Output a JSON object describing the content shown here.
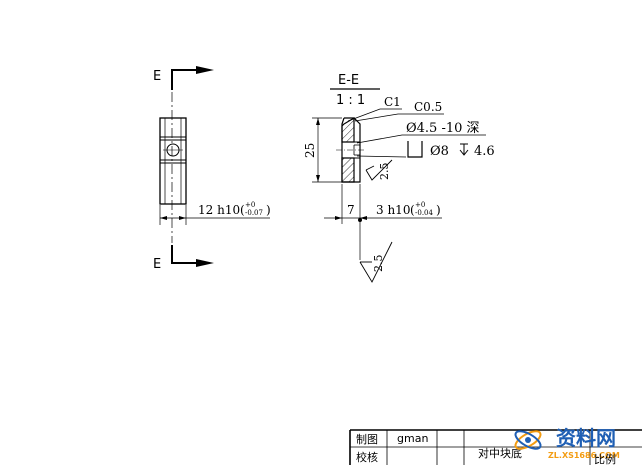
{
  "section_marks": {
    "top_letter": "E",
    "bottom_letter": "E"
  },
  "front_view": {
    "width_dimension": "12 h10",
    "width_tol_upper": "+0",
    "width_tol_lower": "-0.07"
  },
  "section_view": {
    "title": "E-E",
    "scale": "1 : 1",
    "chamfer_outer": "C1",
    "chamfer_inner": "C0.5",
    "hole_callout": "Ø4.5 -10 深",
    "counterbore_diameter": "Ø8",
    "counterbore_depth": "4.6",
    "height_dimension": "25",
    "roughness_side": "2.5",
    "offset_dimension": "7",
    "thickness_dimension": "3 h10",
    "thickness_tol_upper": "+0",
    "thickness_tol_lower": "-0.04",
    "roughness_bottom": "2.5"
  },
  "title_block": {
    "row1_label": "制图",
    "row1_name": "gman",
    "row2_label": "校核",
    "part_title": "对中块底"
  },
  "watermark": {
    "brand": "资料网",
    "url": "ZL.XS1686.COM",
    "corner_text": "比例"
  },
  "colors": {
    "line": "#000000",
    "background": "#ffffff",
    "watermark_blue": "#1f5fb4",
    "watermark_orange": "#f39c12"
  }
}
